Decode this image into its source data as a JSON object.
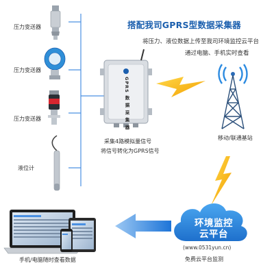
{
  "headline": "搭配我司GPRS型数据采集器",
  "description_line1": "将压力、液位数据上传至我司环境监控云平台",
  "description_line2": "通过电脑、手机实时查看",
  "sensors": [
    {
      "label": "压力变送器",
      "icon": "pressure-transmitter-icon"
    },
    {
      "label": "压力变送器",
      "icon": "pressure-transmitter-icon"
    },
    {
      "label": "压力变送器",
      "icon": "pressure-transmitter-icon"
    },
    {
      "label": "液位计",
      "icon": "level-meter-icon"
    }
  ],
  "collector": {
    "box_text": "GPRS 数 据 采 集 器",
    "caption_line1": "采集4路模拟量信号",
    "caption_line2": "将信号转化为GPRS信号"
  },
  "base_station": {
    "label": "移动/联通基站"
  },
  "cloud": {
    "title_line1": "环境监控",
    "title_line2": "云平台",
    "url": "(www.0531yun.cn)",
    "caption": "免费云平台监测"
  },
  "devices": {
    "caption": "手机/电脑随时查看数据"
  },
  "colors": {
    "accent_blue": "#1b5fae",
    "connector_blue": "#4a90e2",
    "lightning_yellow": "#f7b500",
    "cloud_blue": "#2b8ae0"
  }
}
